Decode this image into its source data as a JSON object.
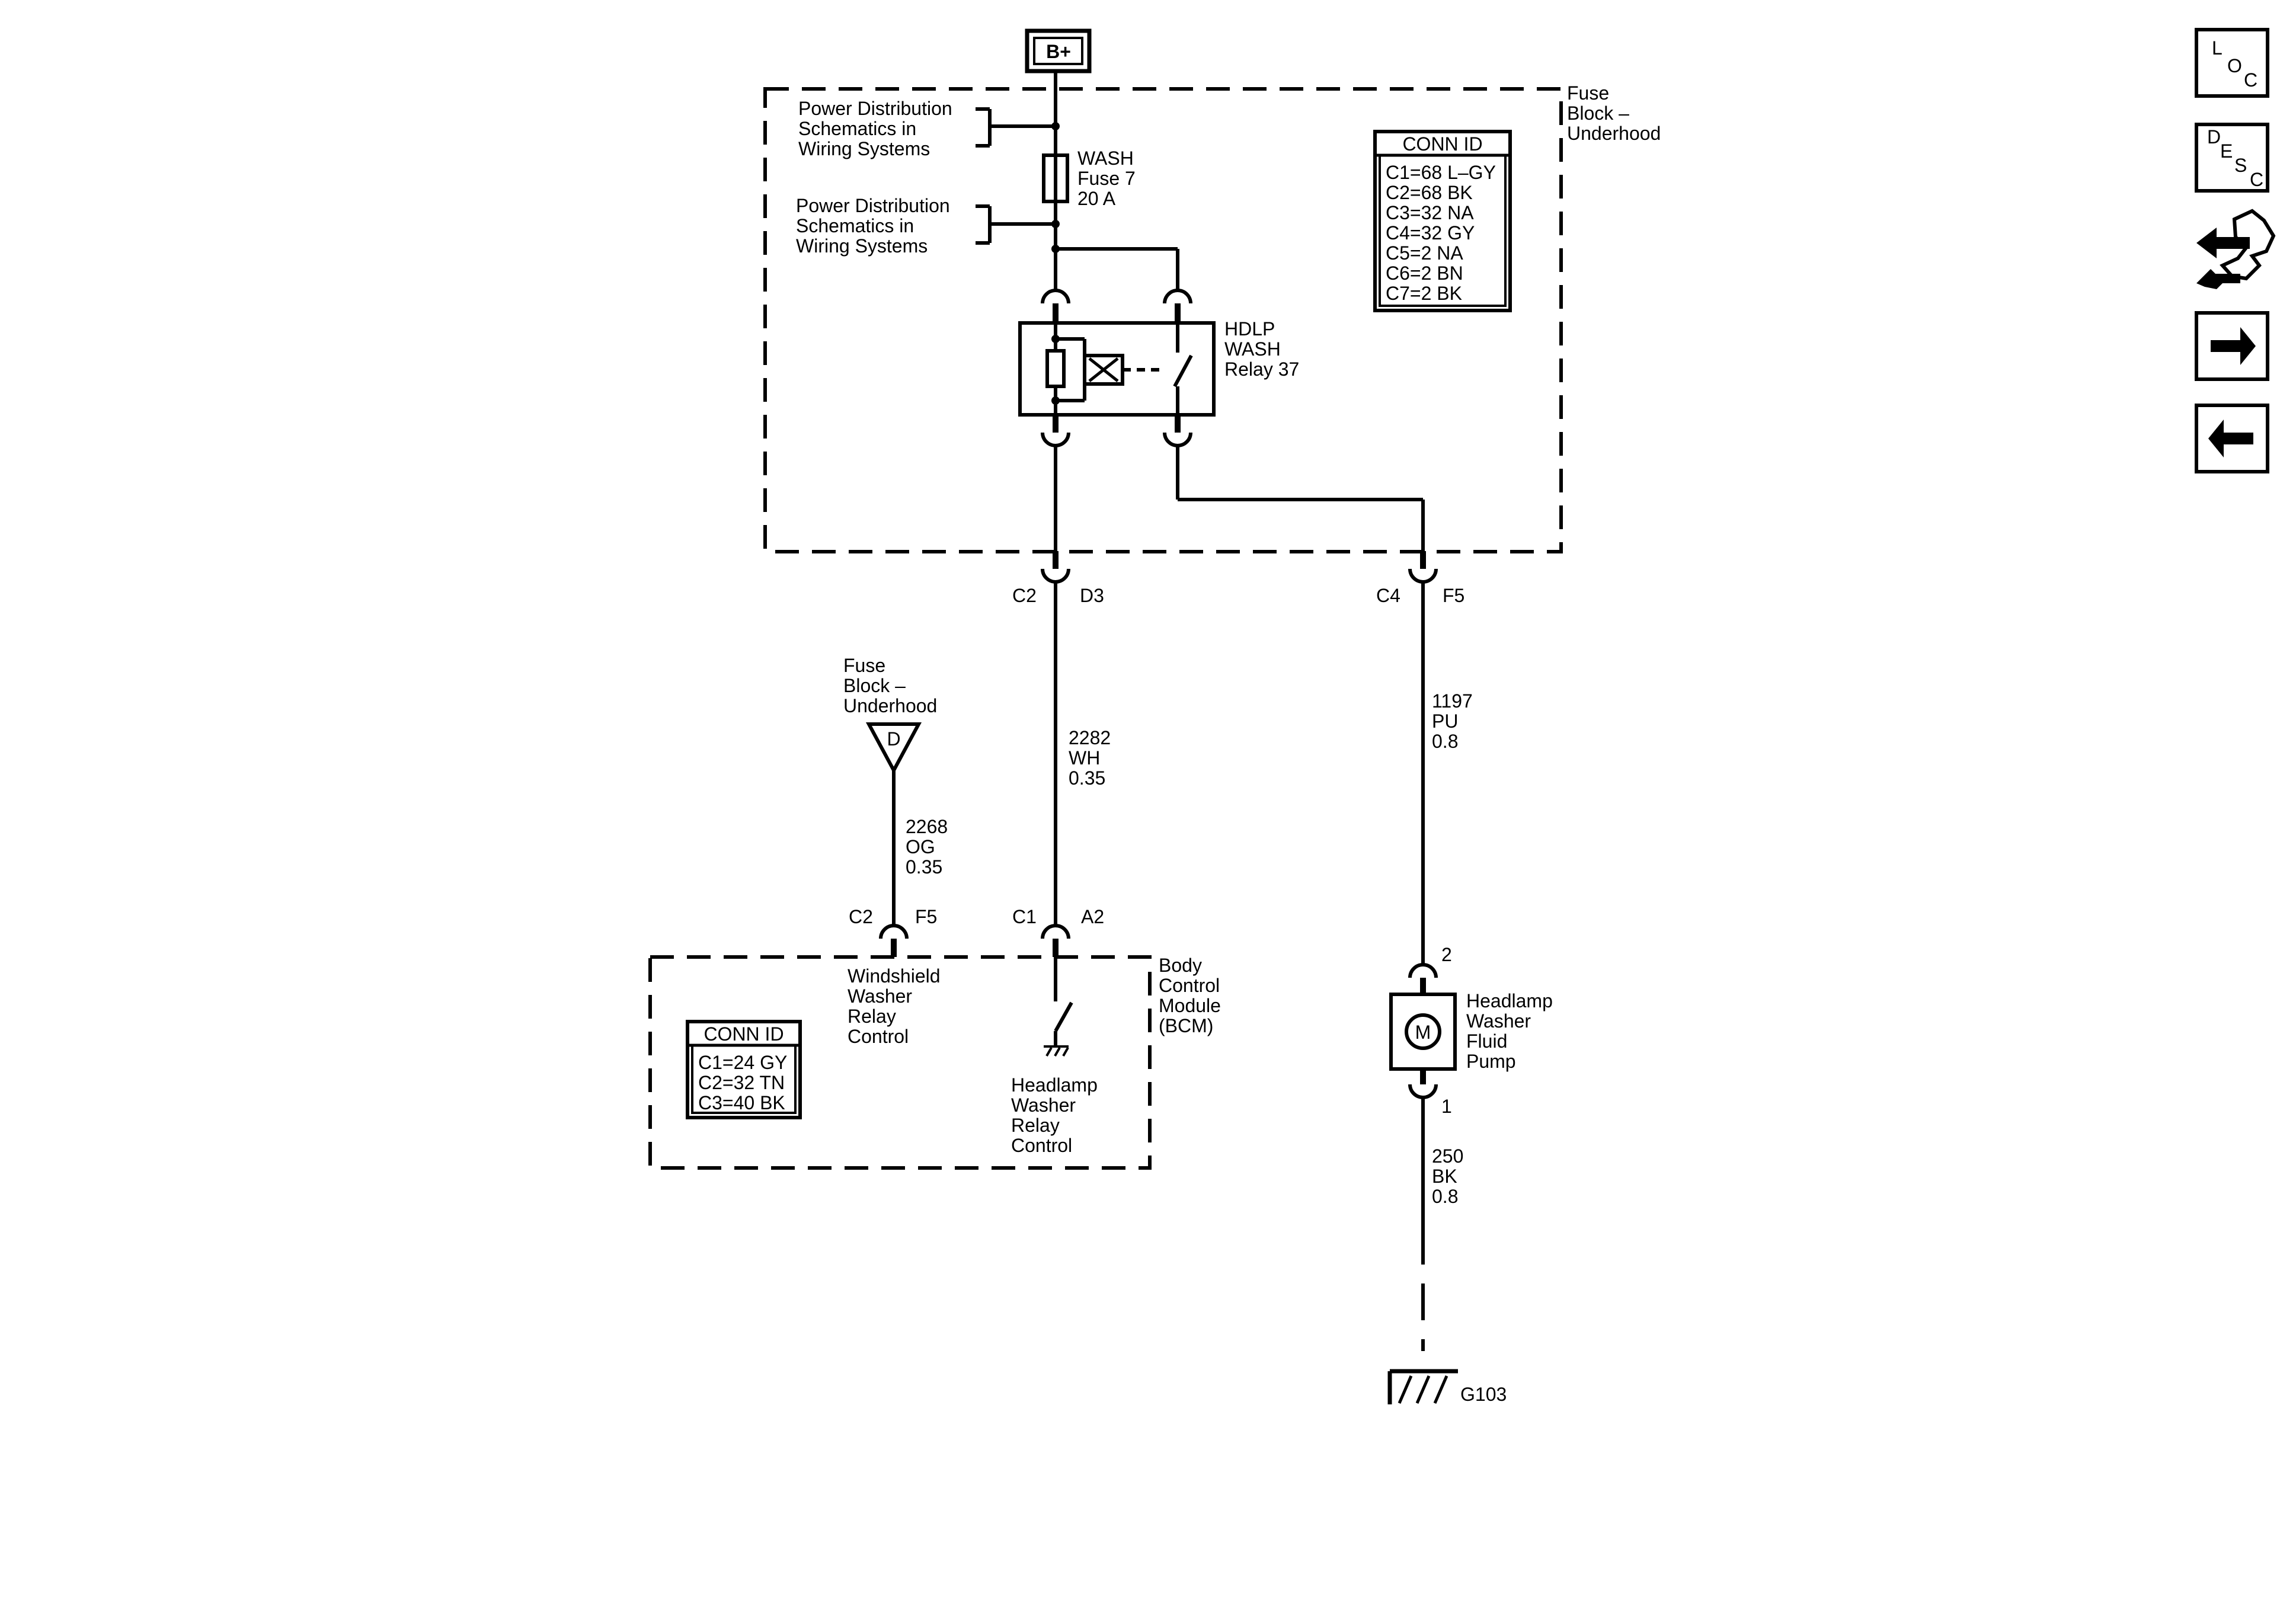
{
  "top": {
    "battery_label": "B+"
  },
  "fuse_block": {
    "label": [
      "Fuse",
      "Block –",
      "Underhood"
    ],
    "power_dist_1": [
      "Power Distribution",
      "Schematics in",
      "Wiring Systems"
    ],
    "power_dist_2": [
      "Power Distribution",
      "Schematics in",
      "Wiring Systems"
    ],
    "fuse_label": [
      "WASH",
      "Fuse 7",
      "20 A"
    ],
    "relay_label": [
      "HDLP",
      "WASH",
      "Relay 37"
    ],
    "conn_id": {
      "title": "CONN ID",
      "rows": [
        "C1=68 L–GY",
        "C2=68 BK",
        "C3=32 NA",
        "C4=32 GY",
        "C5=2 NA",
        "C6=2 BN",
        "C7=2 BK"
      ]
    },
    "conn_c2": "C2",
    "pin_d3": "D3",
    "conn_c4": "C4",
    "pin_f5": "F5"
  },
  "wires": {
    "w2282": [
      "2282",
      "WH",
      "0.35"
    ],
    "w1197": [
      "1197",
      "PU",
      "0.8"
    ],
    "w2268": [
      "2268",
      "OG",
      "0.35"
    ],
    "w250": [
      "250",
      "BK",
      "0.8"
    ]
  },
  "ref_d": {
    "label": [
      "Fuse",
      "Block –",
      "Underhood"
    ],
    "letter": "D"
  },
  "bcm": {
    "label": [
      "Body",
      "Control",
      "Module",
      "(BCM)"
    ],
    "conn_c2": "C2",
    "pin_f5": "F5",
    "conn_c1": "C1",
    "pin_a2": "A2",
    "windshield_label": [
      "Windshield",
      "Washer",
      "Relay",
      "Control"
    ],
    "headlamp_label": [
      "Headlamp",
      "Washer",
      "Relay",
      "Control"
    ],
    "conn_id": {
      "title": "CONN ID",
      "rows": [
        "C1=24 GY",
        "C2=32 TN",
        "C3=40 BK"
      ]
    }
  },
  "pump": {
    "label": [
      "Headlamp",
      "Washer",
      "Fluid",
      "Pump"
    ],
    "motor": "M",
    "pin_top": "2",
    "pin_bottom": "1"
  },
  "ground": {
    "label": "G103"
  },
  "side_buttons": {
    "loc": [
      "L",
      "O",
      "C"
    ],
    "desc": [
      "D",
      "E",
      "S",
      "C"
    ]
  }
}
